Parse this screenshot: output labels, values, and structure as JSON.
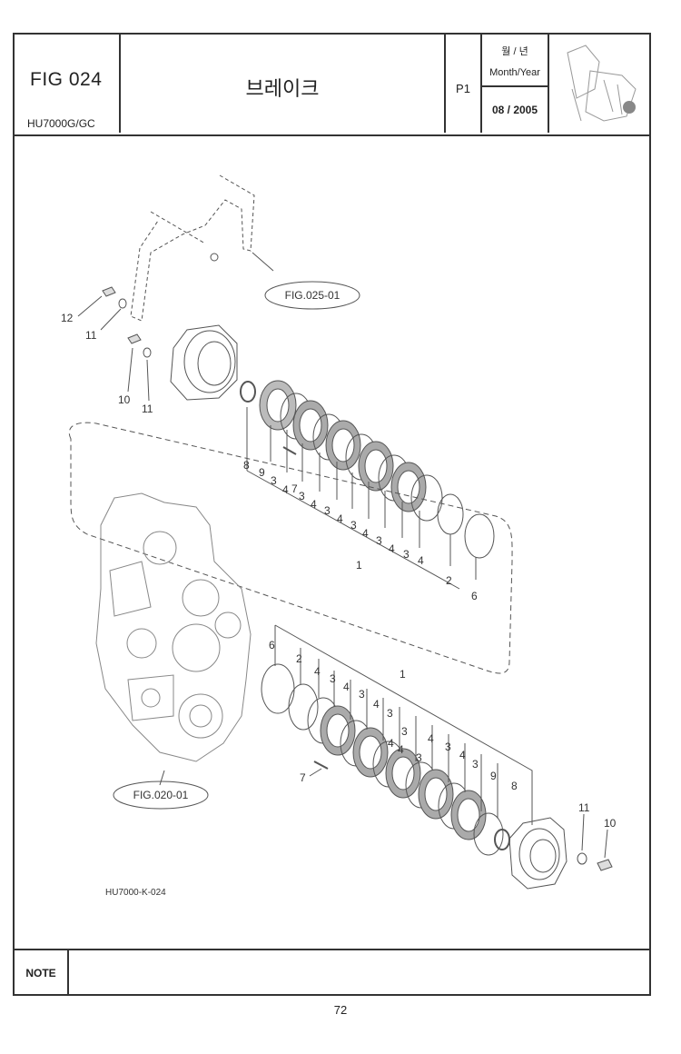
{
  "header": {
    "fig_label": "FIG 024",
    "model": "HU7000G/GC",
    "title": "브레이크",
    "page_code": "P1",
    "month_year_ko": "월 / 년",
    "month_year_en": "Month/Year",
    "date": "08 / 2005"
  },
  "drawing": {
    "ref_upper": "FIG.025-01",
    "ref_lower": "FIG.020-01",
    "drawing_code": "HU7000-K-024",
    "upper_callouts": [
      "12",
      "11",
      "10",
      "11",
      "8",
      "9",
      "3",
      "4",
      "7",
      "3",
      "4",
      "3",
      "4",
      "3",
      "4",
      "3",
      "4",
      "3",
      "4",
      "1",
      "2",
      "6"
    ],
    "lower_callouts": [
      "6",
      "2",
      "4",
      "3",
      "4",
      "3",
      "4",
      "3",
      "1",
      "4",
      "3",
      "4",
      "3",
      "4",
      "3",
      "4",
      "3",
      "9",
      "8",
      "7",
      "11",
      "10"
    ]
  },
  "note": {
    "label": "NOTE",
    "text": ""
  },
  "footer": {
    "page_number": "72"
  }
}
